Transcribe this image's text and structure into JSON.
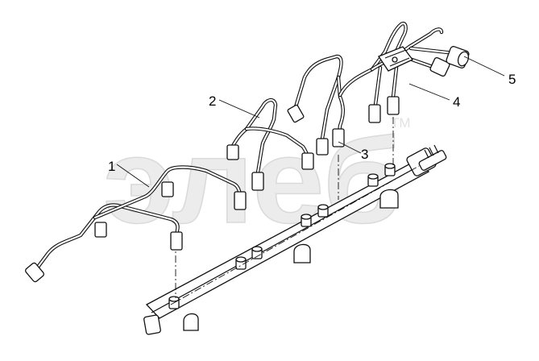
{
  "watermark": {
    "text": "элеб",
    "trademark": "TM"
  },
  "callouts": [
    {
      "id": "1",
      "label": "1"
    },
    {
      "id": "2",
      "label": "2"
    },
    {
      "id": "3",
      "label": "3"
    },
    {
      "id": "4",
      "label": "4"
    },
    {
      "id": "5",
      "label": "5"
    }
  ]
}
